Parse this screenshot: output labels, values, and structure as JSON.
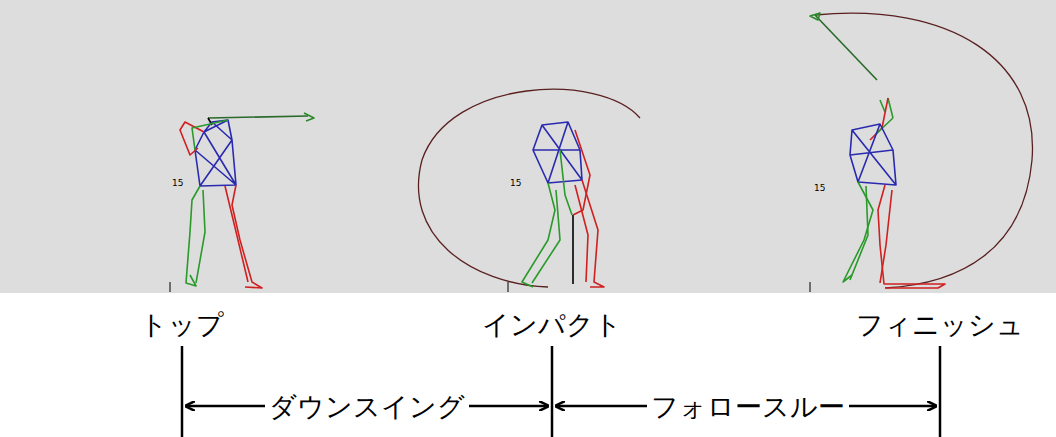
{
  "diagram": {
    "labels": [
      "15",
      "15",
      "15",
      "トップ",
      "インパクト",
      "フィニッシュ",
      "ダウンスイング",
      "フォロースルー"
    ]
  }
}
